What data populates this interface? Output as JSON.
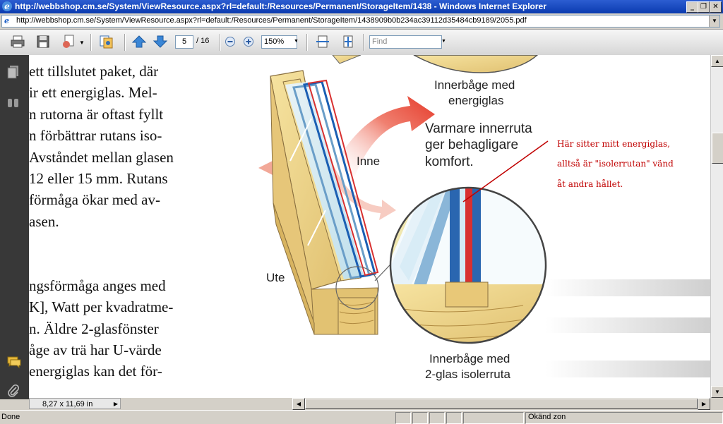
{
  "window": {
    "title": "http://webbshop.cm.se/System/ViewResource.aspx?rl=default:/Resources/Permanent/StorageItem/1438 - Windows Internet Explorer",
    "ie_logo": "e",
    "minimize": "_",
    "restore": "❐",
    "close": "✕"
  },
  "address": {
    "url": "http://webbshop.cm.se/System/ViewResource.aspx?rl=default:/Resources/Permanent/StorageItem/1438909b0b234ac39112d35484cb9189/2055.pdf"
  },
  "toolbar": {
    "page_current": "5",
    "page_total": "/ 16",
    "zoom": "150%",
    "find_placeholder": "Find"
  },
  "document": {
    "lines": [
      "ett tillslutet paket, där",
      "ir ett energiglas. Mel-",
      "n rutorna är oftast fyllt",
      "n förbättrar rutans iso-",
      "Avståndet mellan glasen",
      "12 eller 15 mm. Rutans",
      "förmåga ökar med av-",
      "asen.",
      "",
      "",
      "ngsförmåga anges med",
      "K], Watt per kvadratme-",
      "n. Äldre 2-glasfönster",
      "åge av trä har U-värde",
      "energiglas kan det för-"
    ],
    "figure": {
      "top_label_1": "Innerbåge med",
      "top_label_2": "energiglas",
      "caption_1": "Varmare innerruta",
      "caption_2": "ger behagligare",
      "caption_3": "komfort.",
      "inne": "Inne",
      "ute": "Ute",
      "bottom_label_1": "Innerbåge med",
      "bottom_label_2": "2-glas isolerruta"
    },
    "annotation": {
      "line1": "Här sitter mitt energiglas,",
      "line2": "alltså är \"isolerrutan\" vänd",
      "line3": "åt andra hållet.",
      "color": "#c00000"
    }
  },
  "page_size": "8,27 x 11,69 in",
  "status": {
    "left": "Done",
    "zone": "Okänd zon"
  }
}
